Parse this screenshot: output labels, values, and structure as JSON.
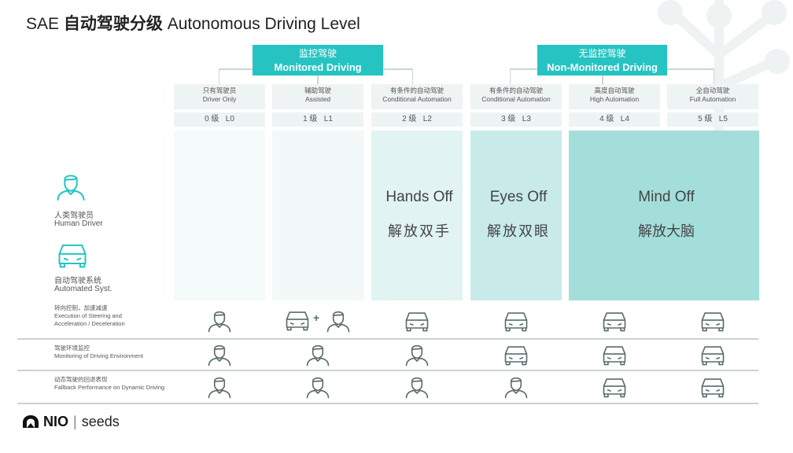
{
  "title": {
    "prefix": "SAE",
    "bold": "自动驾驶分级",
    "suffix": "Autonomous Driving Level"
  },
  "groups": [
    {
      "cn": "监控驾驶",
      "en": "Monitored Driving"
    },
    {
      "cn": "无监控驾驶",
      "en": "Non-Monitored Driving"
    }
  ],
  "levels": [
    {
      "cn": "只有驾驶员",
      "en": "Driver Only",
      "num": "0 级",
      "code": "L0"
    },
    {
      "cn": "辅助驾驶",
      "en": "Assisted",
      "num": "1 级",
      "code": "L1"
    },
    {
      "cn": "有条件的自动驾驶",
      "en": "Conditional  Automation",
      "num": "2 级",
      "code": "L2"
    },
    {
      "cn": "有条件的自动驾驶",
      "en": "Conditional  Automation",
      "num": "3 级",
      "code": "L3"
    },
    {
      "cn": "高度自动驾驶",
      "en": "High Automation",
      "num": "4 级",
      "code": "L4"
    },
    {
      "cn": "全自动驾驶",
      "en": "Full Automation",
      "num": "5 级",
      "code": "L5"
    }
  ],
  "stages": [
    {
      "en": "Hands Off",
      "cn": "解放双手"
    },
    {
      "en": "Eyes Off",
      "cn": "解放双眼"
    },
    {
      "en": "Mind Off",
      "cn": "解放大脑"
    }
  ],
  "legend": {
    "human_cn": "人类驾驶员",
    "human_en": "Human Driver",
    "auto_cn": "自动驾驶系统",
    "auto_en": "Automated Syst."
  },
  "rows": [
    {
      "cn": "转向控制，加速减速",
      "en1": "Execution of Steering and",
      "en2": "Acceleration / Deceleration",
      "cells": [
        "human-icon",
        "car-icon+human-icon",
        "car-icon",
        "car-icon",
        "car-icon",
        "car-icon"
      ]
    },
    {
      "cn": "驾驶环境监控",
      "en1": "Monitoring of Driving Environment",
      "en2": "",
      "cells": [
        "human-icon",
        "human-icon",
        "human-icon",
        "car-icon",
        "car-icon",
        "car-icon"
      ]
    },
    {
      "cn": "动态驾驶的回退表现",
      "en1": "Fallback Performance on Dynamic Driving",
      "en2": "",
      "cells": [
        "human-icon",
        "human-icon",
        "human-icon",
        "human-icon",
        "car-icon",
        "car-icon"
      ]
    }
  ],
  "plus_sign": "+",
  "logo": {
    "brand": "NIO",
    "sep": "|",
    "product": "seeds"
  },
  "colors": {
    "accent": "#25c4c2",
    "light": "#eef3f3",
    "icon": "#5a6b6b"
  }
}
